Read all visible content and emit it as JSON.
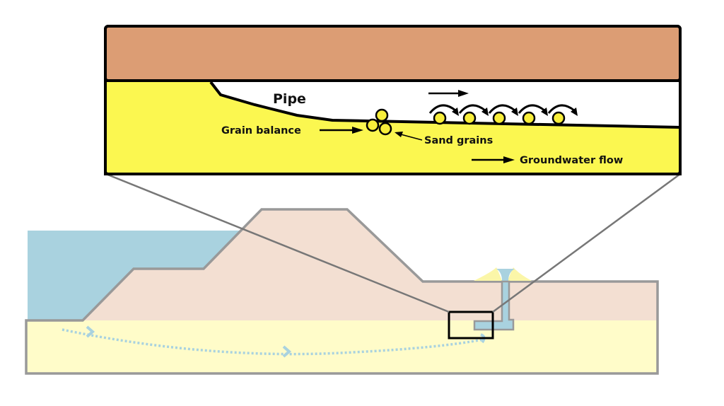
{
  "diagram": {
    "title": "Backward erosion piping under a dike",
    "inset": {
      "labels": {
        "pipe": "Pipe",
        "grain_balance": "Grain balance",
        "sand_grains": "Sand grains",
        "groundwater_flow": "Groundwater flow"
      },
      "transported_grain_count": 5,
      "colors": {
        "clay_layer": "#dc9d74",
        "sand_layer": "#fbf750",
        "grain": "#f7ee3a",
        "outline": "#000000"
      }
    },
    "cross_section": {
      "components": [
        "water",
        "dike",
        "sand aquifer",
        "sand boil",
        "pipe",
        "zoom box"
      ],
      "colors": {
        "water": "#a9d2df",
        "dike": "#f3dfd2",
        "aquifer": "#fffcc9",
        "outline": "#999999",
        "flow_arrows": "#a9d2df",
        "boil_sand": "#fbf6a8"
      }
    }
  }
}
